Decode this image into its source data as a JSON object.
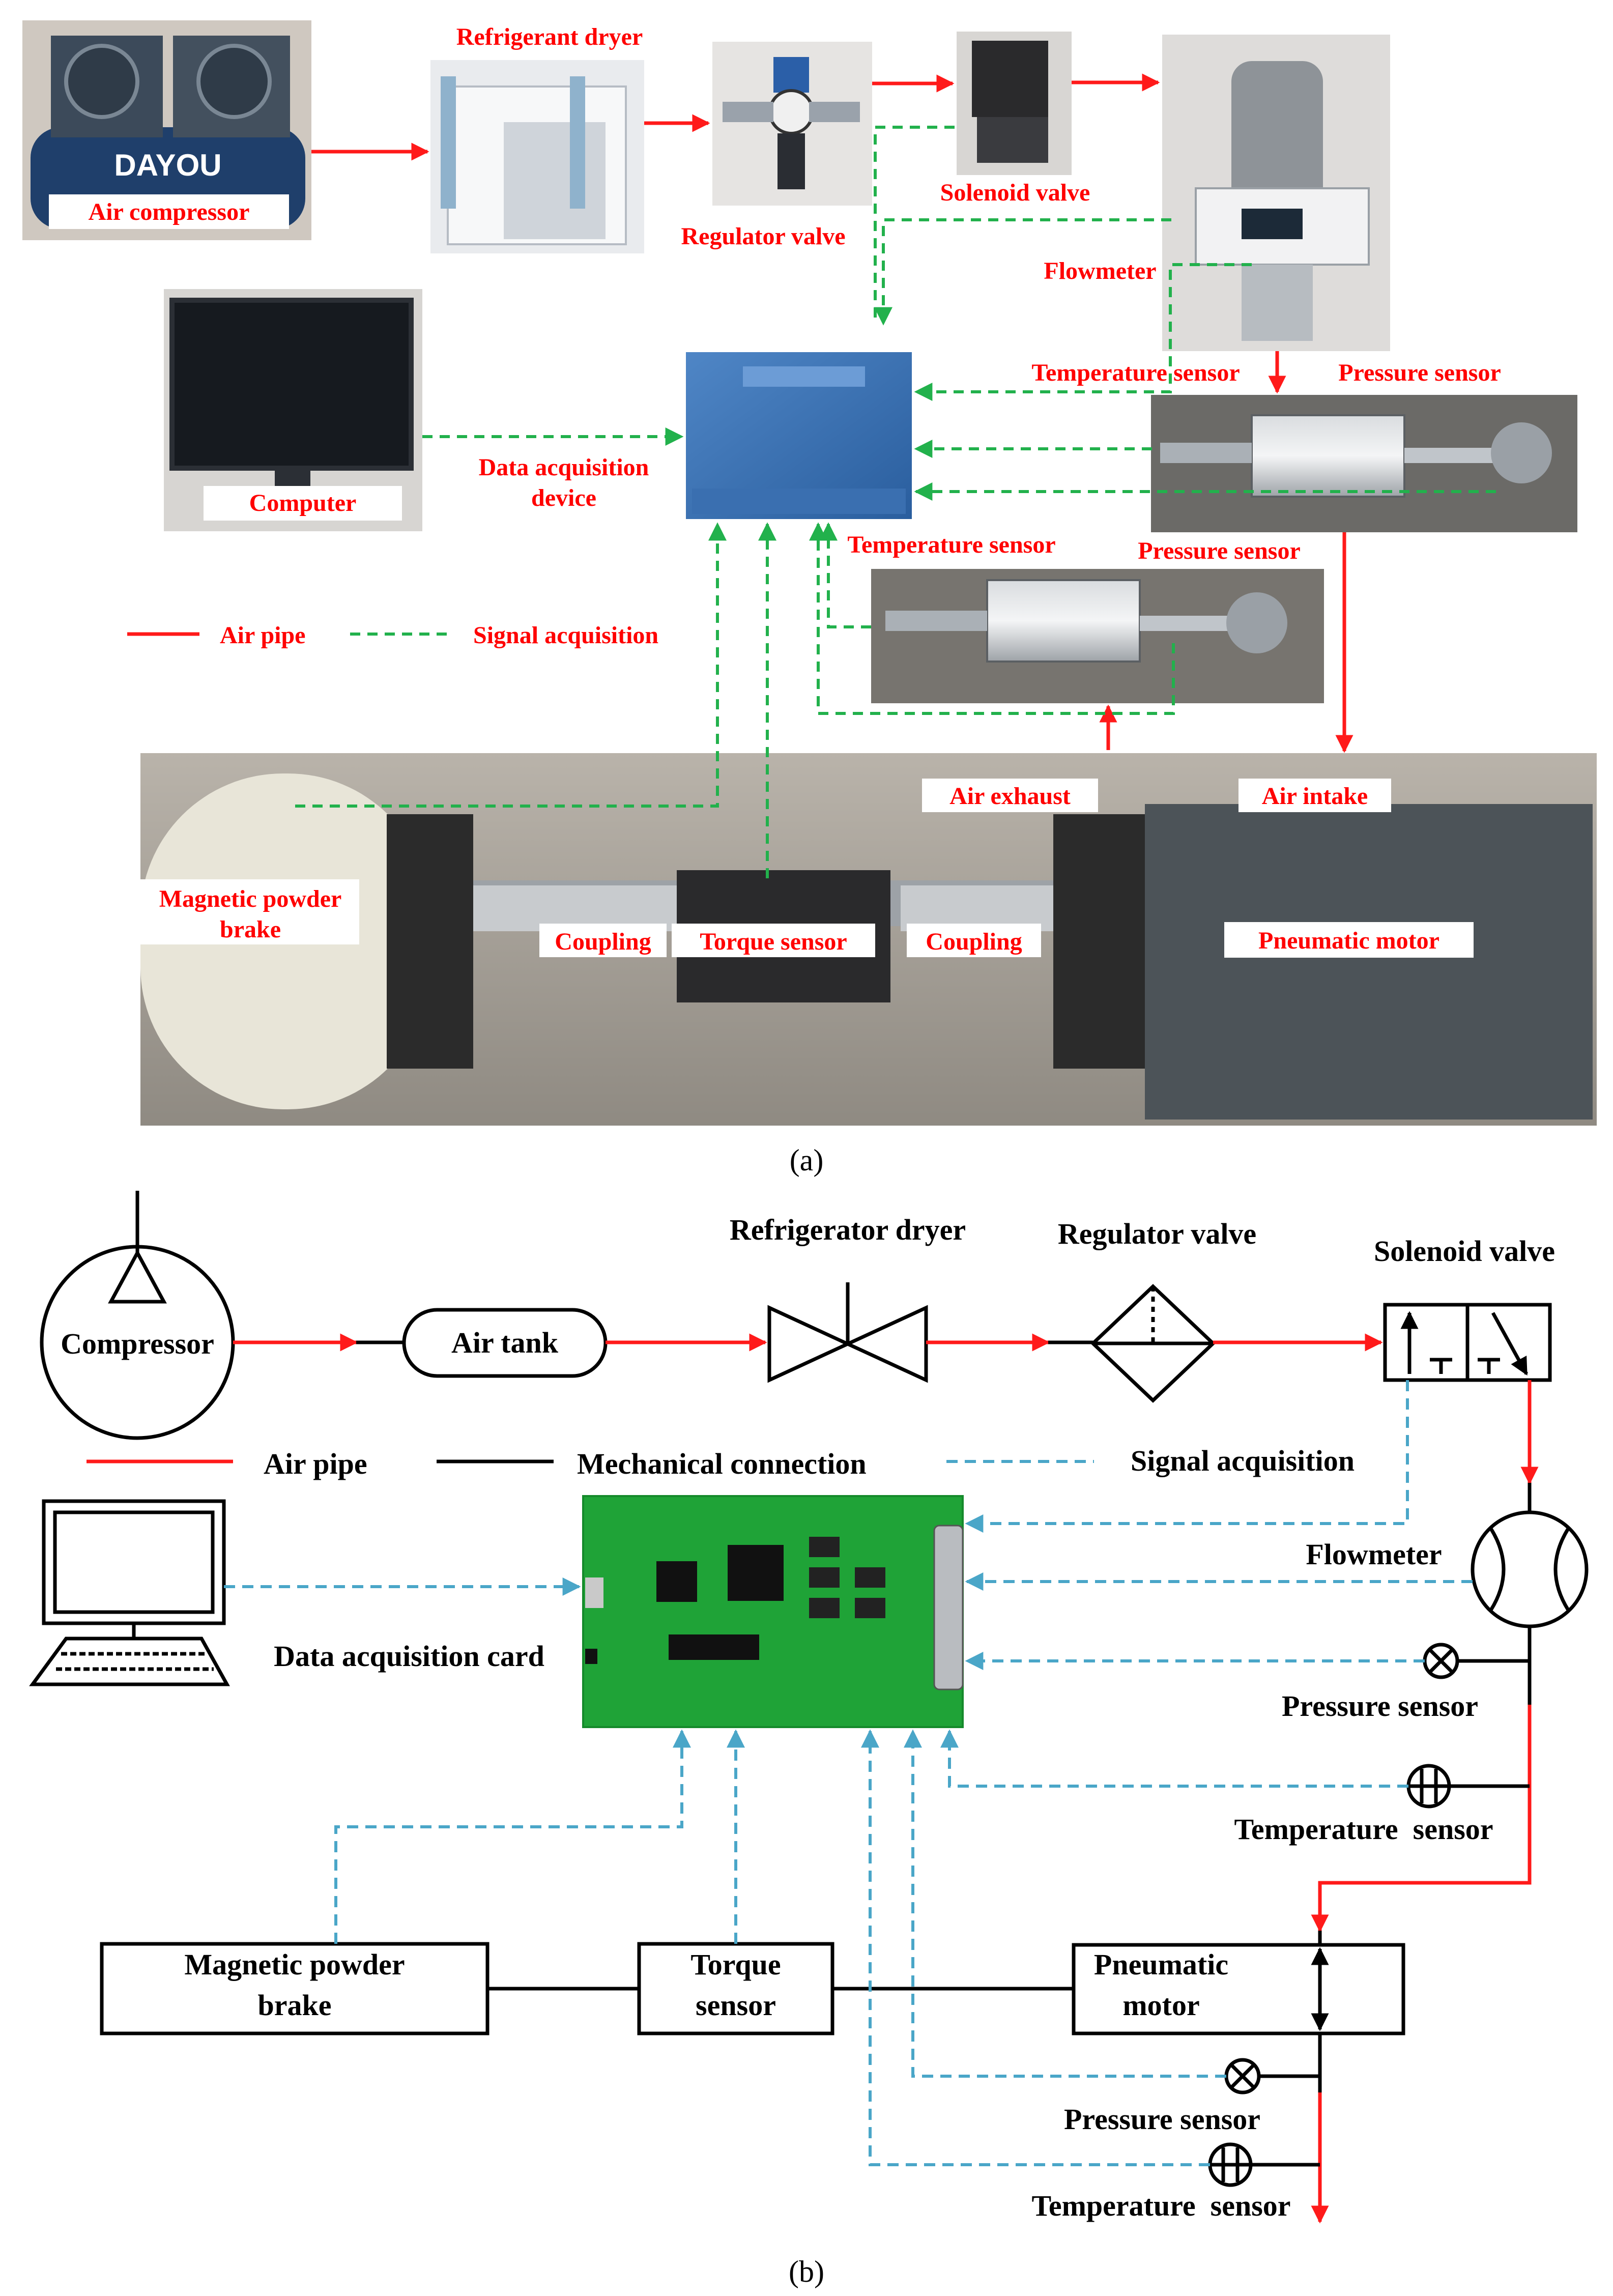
{
  "panel_a": {
    "labels": {
      "air_compressor": "Air compressor",
      "refrigerant_dryer": "Refrigerant dryer",
      "regulator_valve": "Regulator valve",
      "solenoid_valve": "Solenoid valve",
      "flowmeter": "Flowmeter",
      "temperature_sensor_1": "Temperature sensor",
      "pressure_sensor_1": "Pressure sensor",
      "computer": "Computer",
      "data_acquisition_device": "Data acquisition\ndevice",
      "temperature_sensor_2": "Temperature sensor",
      "pressure_sensor_2": "Pressure sensor",
      "air_exhaust": "Air exhaust",
      "air_intake": "Air intake",
      "magnetic_powder_brake": "Magnetic powder\nbrake",
      "coupling_left": "Coupling",
      "torque_sensor": "Torque sensor",
      "coupling_right": "Coupling",
      "pneumatic_motor": "Pneumatic motor"
    },
    "legend": {
      "air_pipe": "Air pipe",
      "signal_acquisition": "Signal acquisition"
    },
    "compressor_brand": "DAYOU",
    "caption": "(a)"
  },
  "panel_b": {
    "labels": {
      "compressor": "Compressor",
      "air_tank": "Air tank",
      "refrigerator_dryer": "Refrigerator dryer",
      "regulator_valve": "Regulator valve",
      "solenoid_valve": "Solenoid valve",
      "flowmeter": "Flowmeter",
      "data_acquisition_card": "Data acquisition card",
      "pressure_sensor_upper": "Pressure sensor",
      "temperature_sensor_upper": "Temperature  sensor",
      "magnetic_powder_brake": "Magnetic powder\nbrake",
      "torque_sensor": "Torque\nsensor",
      "pneumatic_motor": "Pneumatic\nmotor",
      "pressure_sensor_lower": "Pressure sensor",
      "temperature_sensor_lower": "Temperature  sensor"
    },
    "legend": {
      "air_pipe": "Air pipe",
      "mechanical_connection": "Mechanical connection",
      "signal_acquisition": "Signal acquisition"
    },
    "caption": "(b)"
  },
  "colors": {
    "air_pipe": "#ff1a1a",
    "signal_panel_a": "#22b14c",
    "signal_panel_b": "#4aa6c8",
    "mechanical": "#000000",
    "label_red": "#ff0000"
  }
}
